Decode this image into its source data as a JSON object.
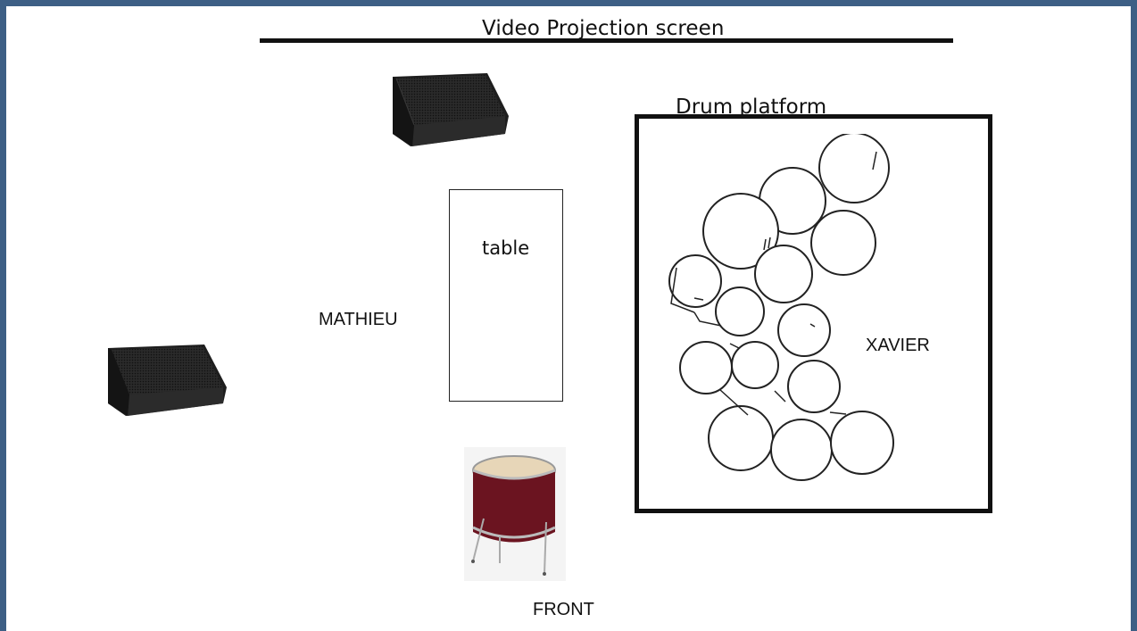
{
  "diagram": {
    "screen_label": "Video Projection screen",
    "drum_platform_label": "Drum platform",
    "table_label": "table",
    "performer_left": "MATHIEU",
    "performer_drums": "XAVIER",
    "front_label": "FRONT"
  },
  "colors": {
    "frame": "#3d5f85",
    "line": "#111111",
    "floor_tom": "#6b1420"
  },
  "icons": [
    "monitor-speaker-icon",
    "monitor-speaker-icon",
    "floor-tom-drum-icon",
    "electronic-drum-kit-icon"
  ]
}
